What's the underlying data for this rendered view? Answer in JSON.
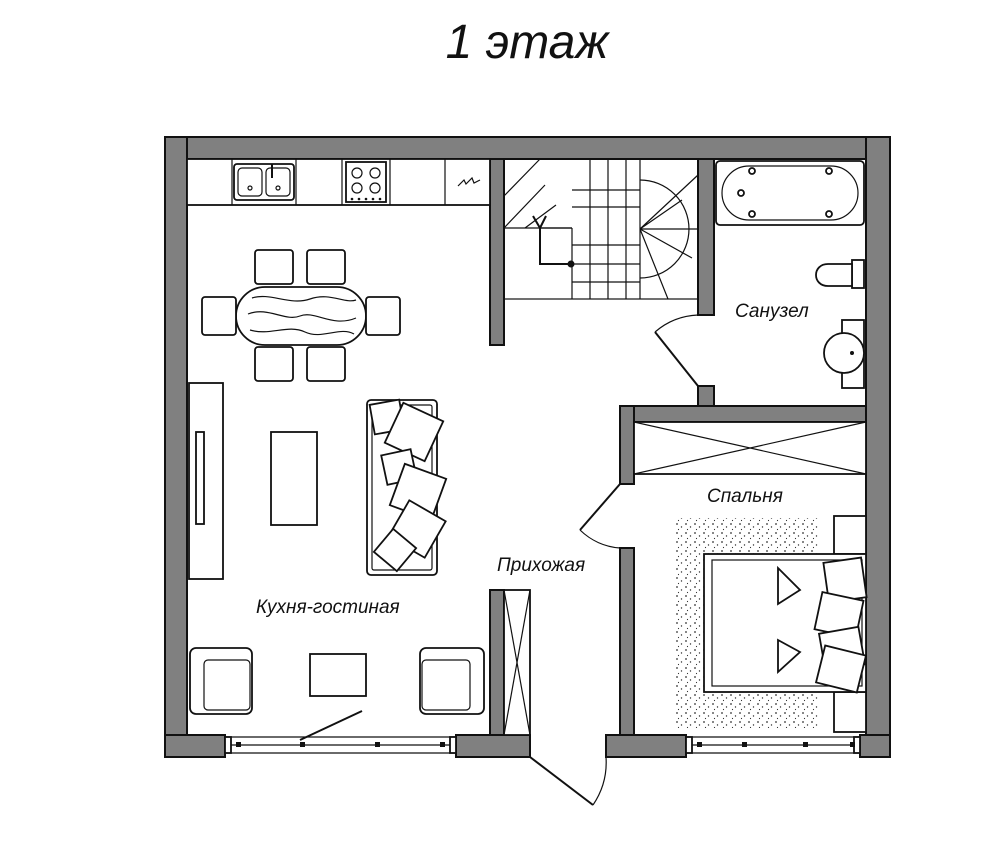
{
  "title": "1 этаж",
  "rooms": {
    "kitchen_living": "Кухня-гостиная",
    "hallway": "Прихожая",
    "bathroom": "Санузел",
    "bedroom": "Спальня"
  },
  "colors": {
    "wall_fill": "#808080",
    "line": "#111111",
    "background": "#ffffff"
  }
}
